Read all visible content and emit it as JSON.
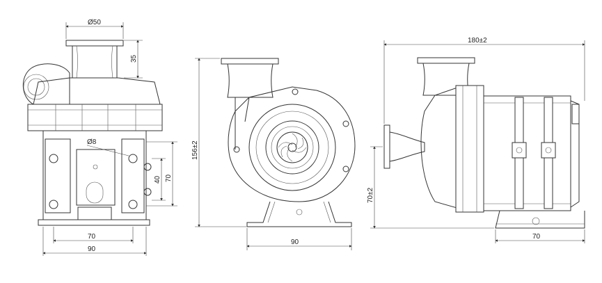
{
  "dimensions": {
    "outlet_diameter": "Ø50",
    "outlet_height": "35",
    "hole_diameter": "Ø8",
    "mount_hole_spacing_v": "40",
    "mount_height": "70",
    "base_hole_spacing_front": "70",
    "base_width_front": "90",
    "overall_height": "156±2",
    "base_width_side": "90",
    "overall_length": "180±2",
    "inlet_center_height": "70±2",
    "base_width_right": "70"
  },
  "colors": {
    "line": "#333333",
    "background": "#ffffff"
  }
}
